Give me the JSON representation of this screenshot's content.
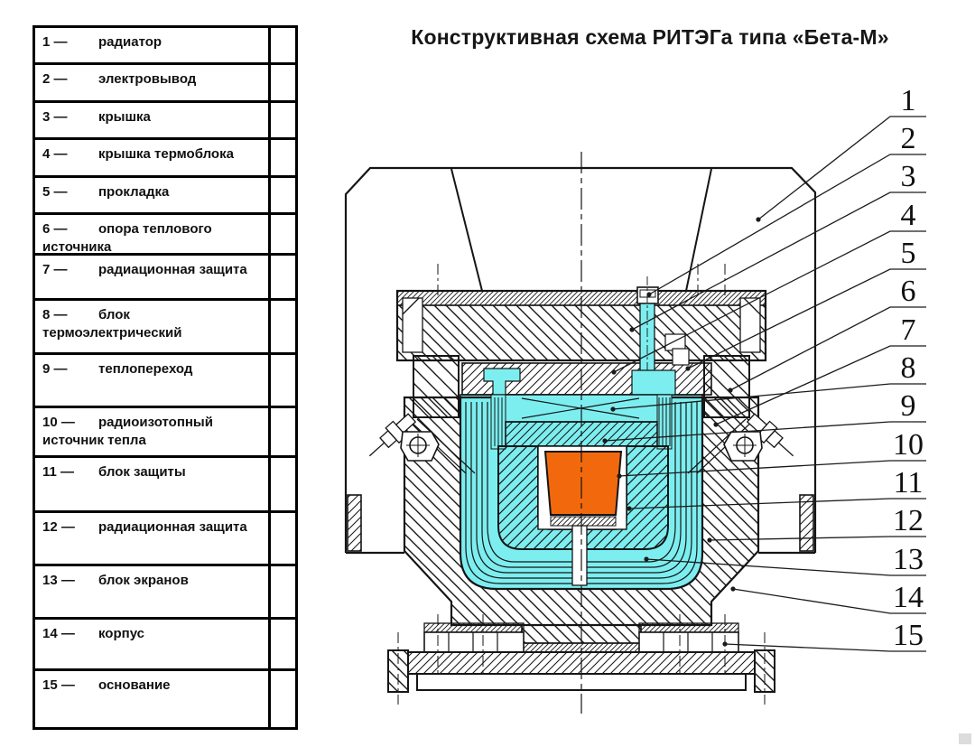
{
  "title": "Конструктивная схема РИТЭГа типа «Бета-М»",
  "legend": {
    "items": [
      {
        "num": "1",
        "name": "радиатор",
        "name2": ""
      },
      {
        "num": "2",
        "name": "электровывод",
        "name2": ""
      },
      {
        "num": "3",
        "name": "крышка",
        "name2": ""
      },
      {
        "num": "4",
        "name": "крышка термоблока",
        "name2": ""
      },
      {
        "num": "5",
        "name": "прокладка",
        "name2": ""
      },
      {
        "num": "6",
        "name": "опора теплового",
        "name2": "источника"
      },
      {
        "num": "7",
        "name": "радиационная защита",
        "name2": ""
      },
      {
        "num": "8",
        "name": "блок",
        "name2": "термоэлектрический"
      },
      {
        "num": "9",
        "name": "теплопереход",
        "name2": ""
      },
      {
        "num": "10",
        "name": "радиоизотопный",
        "name2": "источник тепла"
      },
      {
        "num": "11",
        "name": "блок защиты",
        "name2": ""
      },
      {
        "num": "12",
        "name": "радиационная защита",
        "name2": ""
      },
      {
        "num": "13",
        "name": "блок экранов",
        "name2": ""
      },
      {
        "num": "14",
        "name": "корпус",
        "name2": ""
      },
      {
        "num": "15",
        "name": "основание",
        "name2": ""
      }
    ]
  },
  "callouts": {
    "labels": [
      "1",
      "2",
      "3",
      "4",
      "5",
      "6",
      "7",
      "8",
      "9",
      "10",
      "11",
      "12",
      "13",
      "14",
      "15"
    ]
  },
  "colors": {
    "thermal_cyan": "#7deef0",
    "source_orange": "#f2690d",
    "line": "#151515"
  }
}
